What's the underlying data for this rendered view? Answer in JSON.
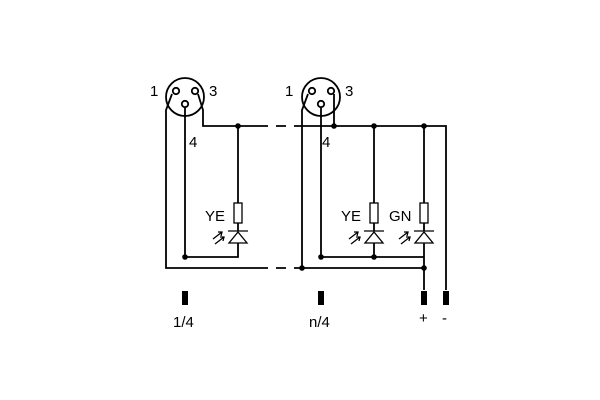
{
  "connector_left": {
    "pin_1": "1",
    "pin_3": "3",
    "pin_4": "4"
  },
  "connector_right": {
    "pin_1": "1",
    "pin_3": "3",
    "pin_4": "4"
  },
  "leds": {
    "left_ye": "YE",
    "right_ye": "YE",
    "right_gn": "GN"
  },
  "terminals": {
    "left": "1/4",
    "middle": "n/4",
    "plus": "+",
    "minus": "-"
  }
}
